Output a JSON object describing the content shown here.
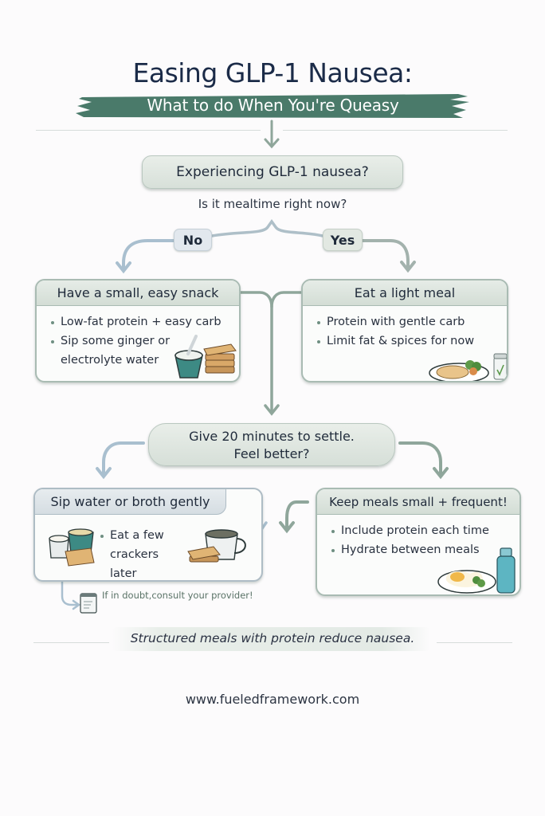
{
  "header": {
    "title": "Easing GLP-1 Nausea:",
    "subtitle": "What to do When You're Queasy"
  },
  "flow": {
    "start_question": "Experiencing GLP-1 nausea?",
    "branch_question": "Is it mealtime right now?",
    "no_label": "No",
    "yes_label": "Yes",
    "snack_card": {
      "title": "Have a small, easy snack",
      "items": [
        "Low-fat protein + easy carb",
        "Sip some ginger or electrolyte water"
      ],
      "icons": [
        "yogurt-cup-icon",
        "crackers-icon"
      ]
    },
    "meal_card": {
      "title": "Eat a light meal",
      "items": [
        "Protein with gentle carb",
        "Limit fat & spices for now"
      ],
      "icons": [
        "plated-meal-icon",
        "salt-shaker-icon"
      ]
    },
    "settle_question_line1": "Give 20 minutes to settle.",
    "settle_question_line2": "Feel better?",
    "sip_card": {
      "title": "Sip water or broth gently",
      "items": [
        "Eat a few crackers later"
      ],
      "icons": [
        "broth-cups-icon",
        "cracker-icon",
        "mug-icon",
        "crackers-stack-icon"
      ]
    },
    "frequent_card": {
      "title": "Keep meals small + frequent!",
      "items": [
        "Include protein each time",
        "Hydrate between meals"
      ],
      "icons": [
        "egg-plate-icon",
        "water-bottle-icon"
      ]
    },
    "provider_note": "If in doubt,consult your provider!"
  },
  "tagline": "Structured meals with protein reduce nausea.",
  "footer": {
    "url": "www.fueledframework.com"
  },
  "colors": {
    "title": "#1b2b48",
    "banner": "#4a7a6a",
    "green_arrow": "#8fa69b",
    "blue_arrow": "#a9bfcf",
    "card_border": "#a9bbb3"
  }
}
